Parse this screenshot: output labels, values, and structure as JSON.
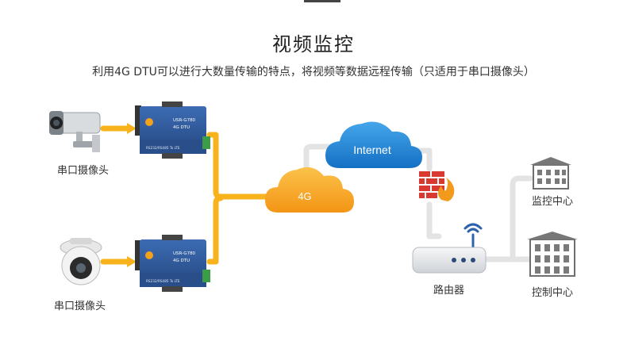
{
  "header": {
    "title": "视频监控",
    "subtitle": "利用4G DTU可以进行大数量传输的特点，将视频等数据远程传输（只适用于串口摄像头）"
  },
  "devices": {
    "camera_top_label": "串口摄像头",
    "camera_bottom_label": "串口摄像头",
    "dtu_top": {
      "model": "USR-G780",
      "type": "4G DTU",
      "footer": "RS232/RS485 To LTE"
    },
    "dtu_bottom": {
      "model": "USR-G780",
      "type": "4G DTU",
      "footer": "RS232/RS485 To LTE"
    }
  },
  "network": {
    "cloud_4g": "4G",
    "cloud_internet": "Internet",
    "router_label": "路由器",
    "monitor_center": "监控中心",
    "control_center": "控制中心"
  },
  "colors": {
    "data_line": "#f7b21c",
    "network_line": "#e3e3e3",
    "cloud_orange": "#f7a21a",
    "cloud_blue": "#1b86d9",
    "dtu_body": "#2f5a9c",
    "firewall": "#d83a32"
  }
}
